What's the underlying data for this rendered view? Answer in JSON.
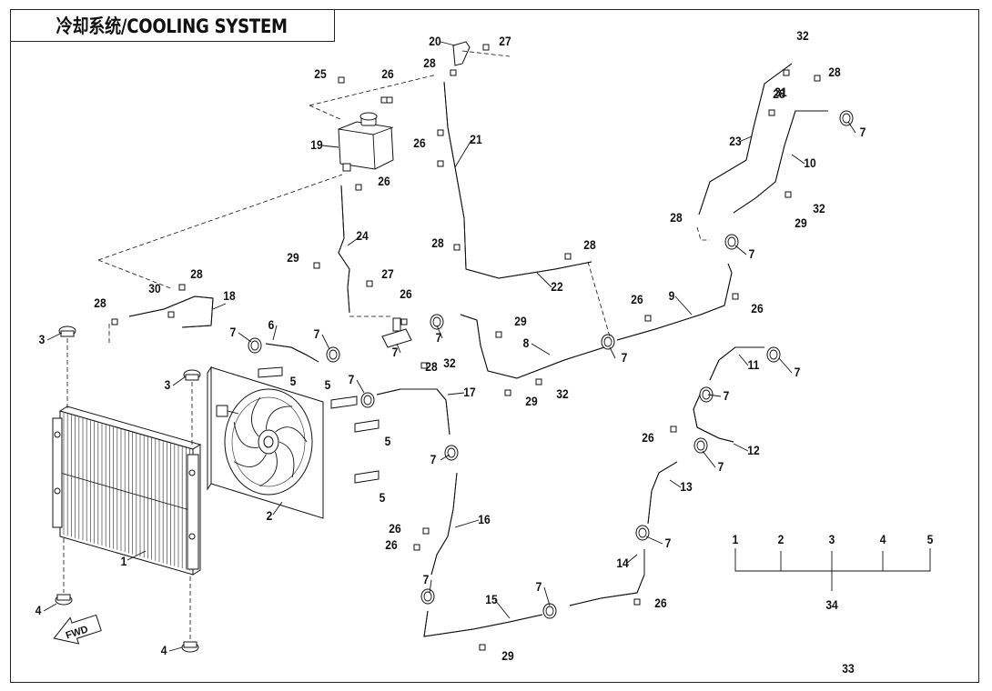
{
  "title": "冷却系统/COOLING SYSTEM",
  "fwd_label": "FWD",
  "callouts": [
    "1",
    "2",
    "3",
    "3",
    "4",
    "4",
    "5",
    "5",
    "5",
    "5",
    "6",
    "7",
    "7",
    "7",
    "7",
    "7",
    "7",
    "7",
    "7",
    "7",
    "7",
    "7",
    "7",
    "7",
    "7",
    "7",
    "8",
    "9",
    "10",
    "11",
    "12",
    "13",
    "14",
    "15",
    "16",
    "17",
    "18",
    "19",
    "20",
    "21",
    "22",
    "23",
    "24",
    "25",
    "26",
    "26",
    "26",
    "26",
    "26",
    "26",
    "26",
    "26",
    "26",
    "26",
    "27",
    "27",
    "28",
    "28",
    "28",
    "28",
    "28",
    "28",
    "28",
    "28",
    "28",
    "29",
    "29",
    "29",
    "29",
    "29",
    "30",
    "31",
    "32",
    "32",
    "32",
    "32",
    "33"
  ],
  "assembly_group": {
    "members": [
      "1",
      "2",
      "3",
      "4",
      "5"
    ],
    "assembly": "34"
  }
}
